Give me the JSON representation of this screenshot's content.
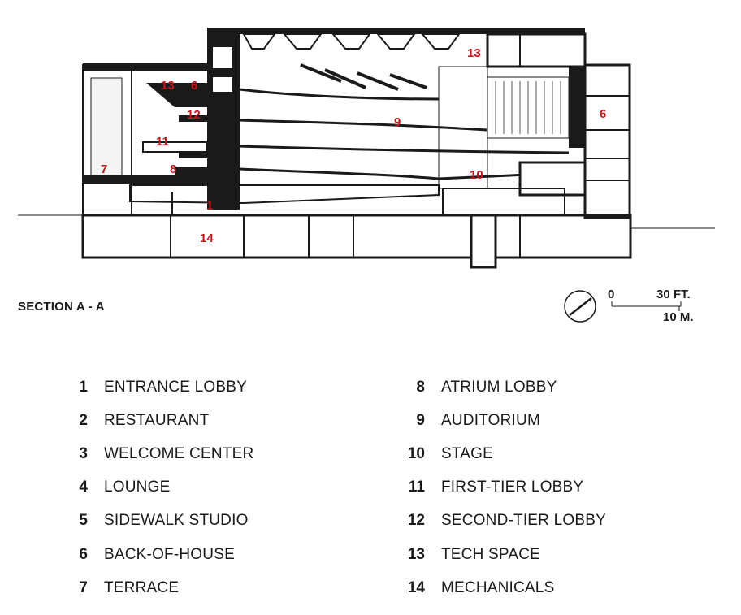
{
  "section": {
    "title": "SECTION A - A"
  },
  "room_labels": [
    {
      "id": "r13a",
      "text": "13"
    },
    {
      "id": "r6a",
      "text": "6"
    },
    {
      "id": "r12",
      "text": "12"
    },
    {
      "id": "r11",
      "text": "11"
    },
    {
      "id": "r7",
      "text": "7"
    },
    {
      "id": "r8",
      "text": "8"
    },
    {
      "id": "r1",
      "text": "1"
    },
    {
      "id": "r14",
      "text": "14"
    },
    {
      "id": "r9",
      "text": "9"
    },
    {
      "id": "r10",
      "text": "10"
    },
    {
      "id": "r13b",
      "text": "13"
    },
    {
      "id": "r6b",
      "text": "6"
    }
  ],
  "scale_bar": {
    "zero": "0",
    "feet": "30 FT.",
    "meters": "10 M."
  },
  "legend": [
    {
      "num": "1",
      "name": "ENTRANCE LOBBY"
    },
    {
      "num": "2",
      "name": "RESTAURANT"
    },
    {
      "num": "3",
      "name": "WELCOME CENTER"
    },
    {
      "num": "4",
      "name": "LOUNGE"
    },
    {
      "num": "5",
      "name": "SIDEWALK STUDIO"
    },
    {
      "num": "6",
      "name": "BACK-OF-HOUSE"
    },
    {
      "num": "7",
      "name": "TERRACE"
    },
    {
      "num": "8",
      "name": "ATRIUM LOBBY"
    },
    {
      "num": "9",
      "name": "AUDITORIUM"
    },
    {
      "num": "10",
      "name": "STAGE"
    },
    {
      "num": "11",
      "name": "FIRST-TIER LOBBY"
    },
    {
      "num": "12",
      "name": "SECOND-TIER LOBBY"
    },
    {
      "num": "13",
      "name": "TECH SPACE"
    },
    {
      "num": "14",
      "name": "MECHANICALS"
    }
  ],
  "colors": {
    "label_red": "#c4161c",
    "ink": "#1a1a1a"
  },
  "icons": {
    "north_arrow": "north-arrow-icon"
  }
}
